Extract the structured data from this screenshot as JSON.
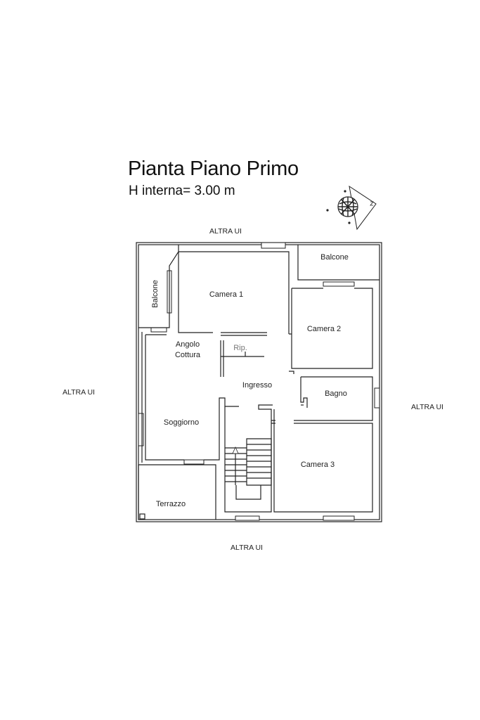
{
  "header": {
    "title": "Pianta Piano Primo",
    "subtitle": "H interna= 3.00 m"
  },
  "surroundings": {
    "top": "ALTRA UI",
    "left": "ALTRA UI",
    "right": "ALTRA UI",
    "bottom": "ALTRA UI"
  },
  "rooms": {
    "balcone_top": "Balcone",
    "balcone_left": "Balcone",
    "camera1": "Camera 1",
    "camera2": "Camera 2",
    "camera3": "Camera 3",
    "angolo_line1": "Angolo",
    "angolo_line2": "Cottura",
    "ripostiglio": "Rip.",
    "ingresso": "Ingresso",
    "bagno": "Bagno",
    "soggiorno": "Soggiorno",
    "terrazzo": "Terrazzo"
  },
  "icons": {
    "compass": "compass-rose-icon"
  }
}
